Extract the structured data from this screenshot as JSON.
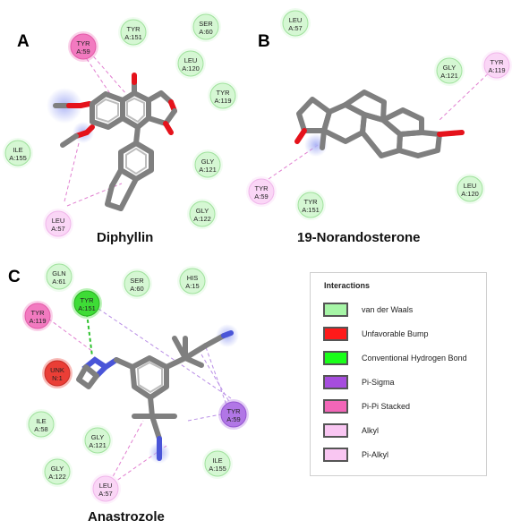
{
  "panels": {
    "A": {
      "letter": "A",
      "molecule": "Diphyllin"
    },
    "B": {
      "letter": "B",
      "molecule": "19-Norandosterone"
    },
    "C": {
      "letter": "C",
      "molecule": "Anastrozole"
    }
  },
  "residues": {
    "A": [
      {
        "name": "TYR",
        "chain": "A:59",
        "type": "pi-pi"
      },
      {
        "name": "TYR",
        "chain": "A:151",
        "type": "vdw"
      },
      {
        "name": "SER",
        "chain": "A:60",
        "type": "vdw"
      },
      {
        "name": "LEU",
        "chain": "A:120",
        "type": "vdw"
      },
      {
        "name": "TYR",
        "chain": "A:119",
        "type": "vdw"
      },
      {
        "name": "ILE",
        "chain": "A:155",
        "type": "vdw"
      },
      {
        "name": "GLY",
        "chain": "A:121",
        "type": "vdw"
      },
      {
        "name": "GLY",
        "chain": "A:122",
        "type": "vdw"
      },
      {
        "name": "LEU",
        "chain": "A:57",
        "type": "alkyl"
      }
    ],
    "B": [
      {
        "name": "LEU",
        "chain": "A:57",
        "type": "vdw"
      },
      {
        "name": "GLY",
        "chain": "A:121",
        "type": "vdw"
      },
      {
        "name": "TYR",
        "chain": "A:119",
        "type": "alkyl"
      },
      {
        "name": "TYR",
        "chain": "A:59",
        "type": "alkyl"
      },
      {
        "name": "TYR",
        "chain": "A:151",
        "type": "vdw"
      },
      {
        "name": "LEU",
        "chain": "A:120",
        "type": "vdw"
      }
    ],
    "C": [
      {
        "name": "GLN",
        "chain": "A:61",
        "type": "vdw"
      },
      {
        "name": "SER",
        "chain": "A:60",
        "type": "vdw"
      },
      {
        "name": "HIS",
        "chain": "A:15",
        "type": "vdw"
      },
      {
        "name": "TYR",
        "chain": "A:151",
        "type": "hbond"
      },
      {
        "name": "TYR",
        "chain": "A:119",
        "type": "pi-pi"
      },
      {
        "name": "UNK",
        "chain": "N:1",
        "type": "bump"
      },
      {
        "name": "ILE",
        "chain": "A:58",
        "type": "vdw"
      },
      {
        "name": "GLY",
        "chain": "A:121",
        "type": "vdw"
      },
      {
        "name": "TYR",
        "chain": "A:59",
        "type": "pi-sigma"
      },
      {
        "name": "GLY",
        "chain": "A:122",
        "type": "vdw"
      },
      {
        "name": "LEU",
        "chain": "A:57",
        "type": "alkyl"
      },
      {
        "name": "ILE",
        "chain": "A:155",
        "type": "vdw"
      }
    ]
  },
  "legend": {
    "title": "Interactions",
    "items": [
      {
        "label": "van der Waals",
        "color": "#a6f5a6"
      },
      {
        "label": "Unfavorable Bump",
        "color": "#ff1a1a"
      },
      {
        "label": "Conventional Hydrogen Bond",
        "color": "#1aff1a"
      },
      {
        "label": "Pi-Sigma",
        "color": "#a64dde"
      },
      {
        "label": "Pi-Pi Stacked",
        "color": "#f266b8"
      },
      {
        "label": "Alkyl",
        "color": "#f9c6f2"
      },
      {
        "label": "Pi-Alkyl",
        "color": "#f9c6f2"
      }
    ]
  },
  "colors": {
    "vdw": "#d5f7d3",
    "vdw_stroke": "#9fe29c",
    "pi-pi": "#f27ac0",
    "pi-pi_stroke": "#e45aa9",
    "alkyl": "#fad6f6",
    "alkyl_stroke": "#f0b5ea",
    "hbond": "#3edc36",
    "hbond_stroke": "#27b41f",
    "bump": "#ea3e36",
    "bump_stroke": "#c72a24",
    "pi-sigma": "#b176e6",
    "pi-sigma_stroke": "#9555d1"
  }
}
